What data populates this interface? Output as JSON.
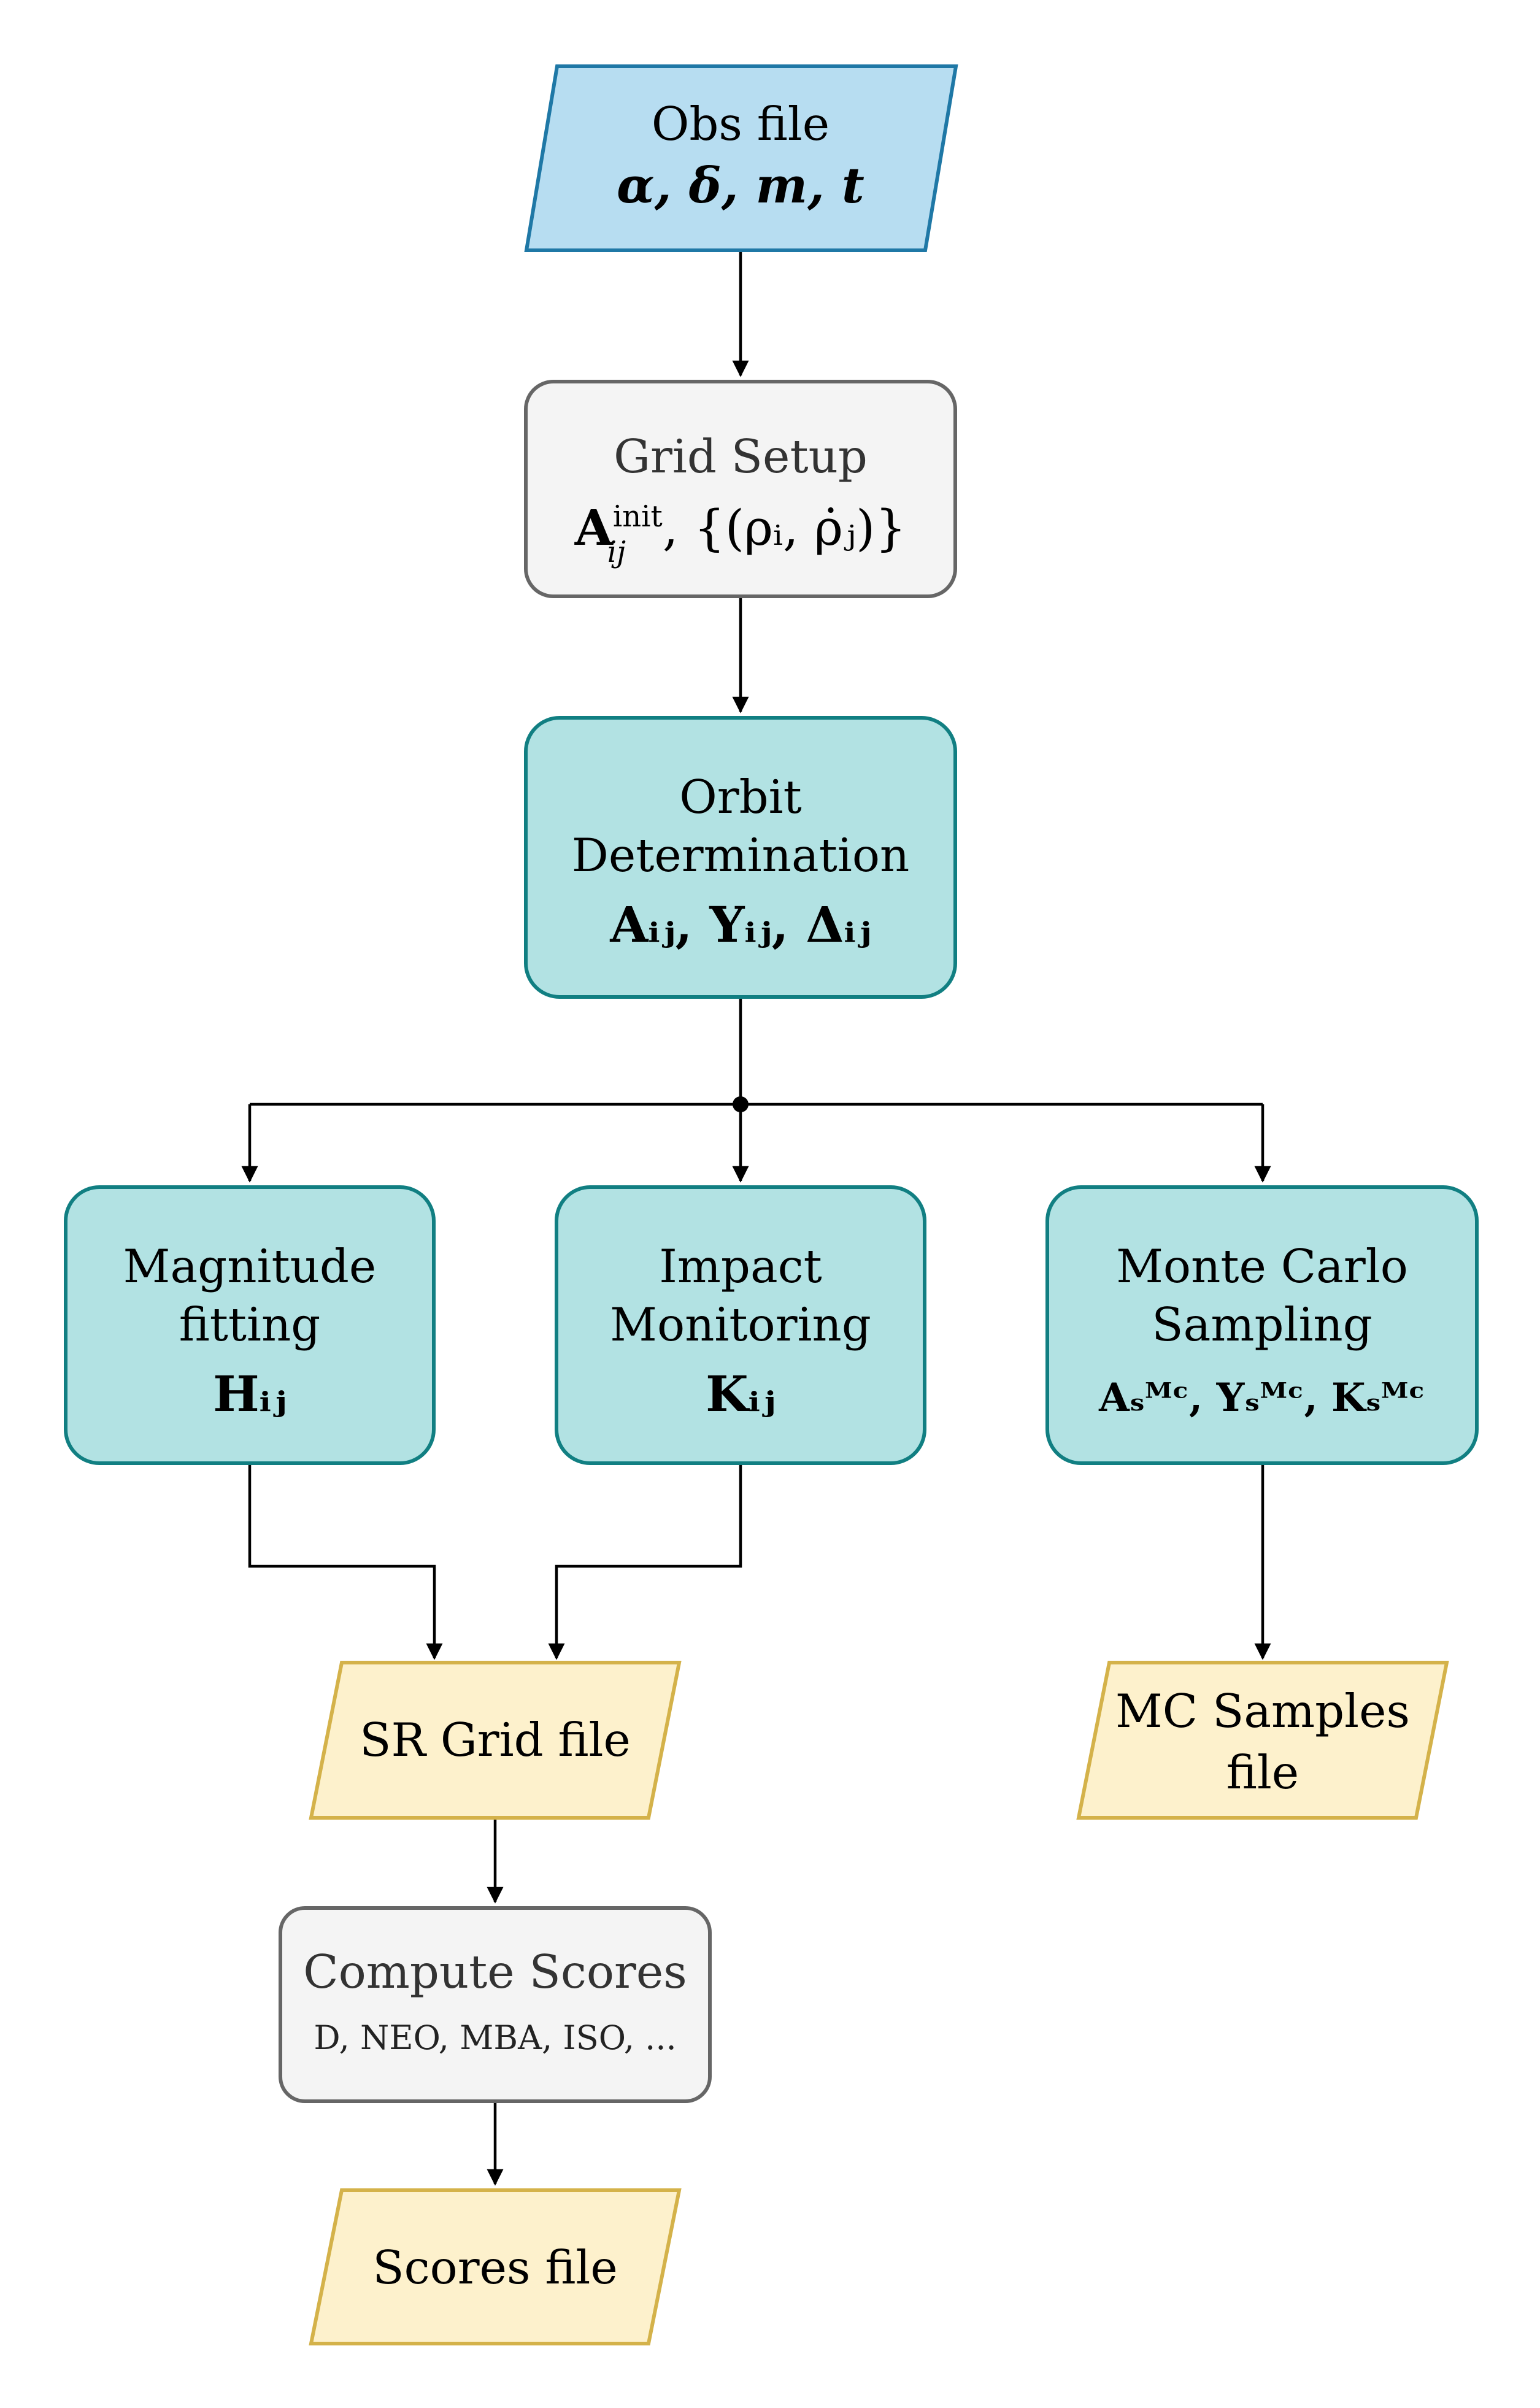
{
  "nodes": {
    "obs_file": {
      "title": "Obs file",
      "math": "α, δ, m, t",
      "fill": "#b7ddf1",
      "stroke": "#1f78a6"
    },
    "grid_setup": {
      "title": "Grid Setup",
      "math_main": "A",
      "math_sup": "init",
      "math_sub": "ij",
      "math_rest": ", {(ρᵢ, ρ̇ⱼ)}",
      "fill": "#f4f4f4",
      "stroke": "#666666"
    },
    "orbit_determination": {
      "title_line1": "Orbit",
      "title_line2": "Determination",
      "math": "Aᵢⱼ, Yᵢⱼ, Δᵢⱼ",
      "fill": "#b2e2e3",
      "stroke": "#117f82"
    },
    "magnitude_fitting": {
      "title_line1": "Magnitude",
      "title_line2": "fitting",
      "math": "Hᵢⱼ"
    },
    "impact_monitoring": {
      "title_line1": "Impact",
      "title_line2": "Monitoring",
      "math": "Kᵢⱼ"
    },
    "monte_carlo": {
      "title_line1": "Monte Carlo",
      "title_line2": "Sampling",
      "math": "Aₛᴹᶜ, Yₛᴹᶜ, Kₛᴹᶜ"
    },
    "sr_grid_file": {
      "title": "SR Grid file",
      "fill": "#fdf1cc",
      "stroke": "#d4b24a"
    },
    "mc_samples_file": {
      "title_line1": "MC Samples",
      "title_line2": "file"
    },
    "compute_scores": {
      "title": "Compute Scores",
      "line2": "D, NEO, MBA, ISO, ..."
    },
    "scores_file": {
      "title": "Scores file"
    }
  }
}
